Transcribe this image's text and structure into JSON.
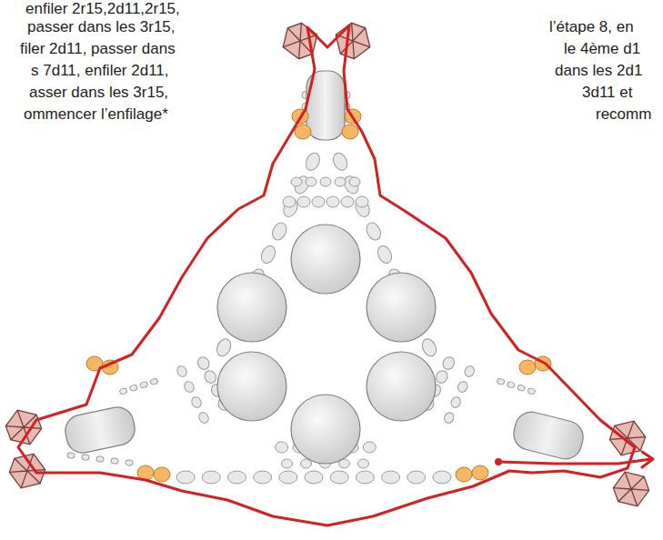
{
  "diagram": {
    "labels": [
      "enfiler 2r15,2d11,2r15,",
      "passer dans les 3r15,",
      "filer 2d11, passer dans",
      "s 7d11, enfiler 2d11,",
      "asser dans les 3r15,",
      "ommencer l’enfilage*",
      "l’étape 8, en",
      "le 4ème d1",
      "dans les 2d1",
      "3d11 et",
      "recomm"
    ]
  }
}
